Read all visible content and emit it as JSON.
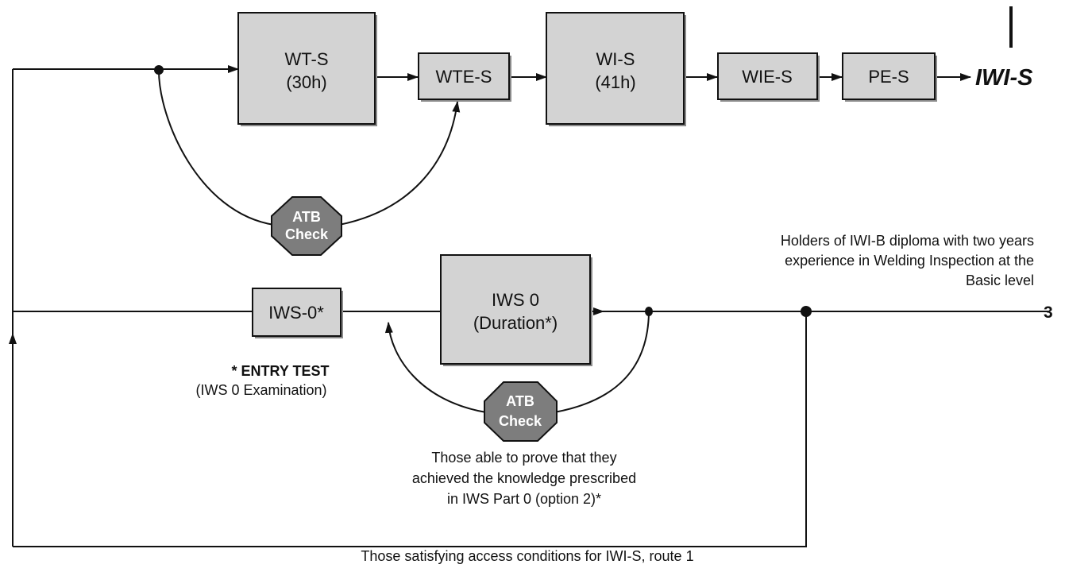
{
  "boxes": {
    "wt_s": {
      "line1": "WT-S",
      "line2": "(30h)"
    },
    "wte_s": {
      "label": "WTE-S"
    },
    "wi_s": {
      "line1": "WI-S",
      "line2": "(41h)"
    },
    "wie_s": {
      "label": "WIE-S"
    },
    "pe_s": {
      "label": "PE-S"
    },
    "iws0_course": {
      "line1": "IWS 0",
      "line2": "(Duration*)"
    },
    "iws0_exam": {
      "label": "IWS-0*"
    }
  },
  "final_qualification": "IWI-S",
  "atb_checks": [
    {
      "line1": "ATB",
      "line2": "Check"
    },
    {
      "line1": "ATB",
      "line2": "Check"
    }
  ],
  "route_number": "3",
  "notes": {
    "iwi_b_holders": [
      "Holders of IWI-B diploma with two years",
      "experience in Welding Inspection at the",
      "Basic level"
    ],
    "entry_test_title": "* ENTRY TEST",
    "entry_test_sub": "(IWS 0 Examination)",
    "prove_knowledge": [
      "Those able to prove that they",
      "achieved the knowledge prescribed",
      "in IWS Part 0 (option 2)*"
    ],
    "route1": "Those satisfying access conditions for IWI-S, route 1"
  },
  "colors": {
    "box_fill": "#d3d3d3",
    "box_shadow": "#8a8a8a",
    "atb_fill": "#7d7d7d",
    "line": "#111111"
  }
}
